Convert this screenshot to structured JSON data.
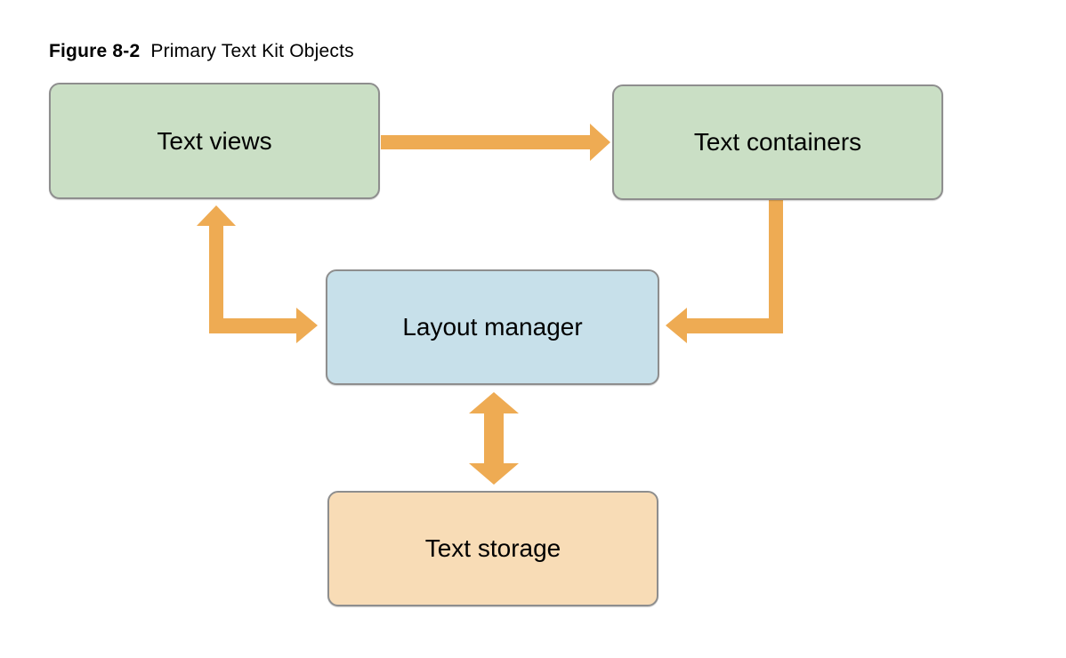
{
  "figure": {
    "label": "Figure 8-2",
    "title": "Primary Text Kit Objects"
  },
  "diagram": {
    "nodes": [
      {
        "id": "text-views",
        "label": "Text views",
        "fill": "#cadfc5"
      },
      {
        "id": "text-containers",
        "label": "Text containers",
        "fill": "#cadfc5"
      },
      {
        "id": "layout-manager",
        "label": "Layout manager",
        "fill": "#c7e0ea"
      },
      {
        "id": "text-storage",
        "label": "Text storage",
        "fill": "#f8dcb6"
      }
    ],
    "edges": [
      {
        "from": "text-views",
        "to": "text-containers",
        "shape": "straight-horizontal",
        "heads": 1
      },
      {
        "from": "text-views",
        "to": "layout-manager",
        "shape": "elbow",
        "heads": 2
      },
      {
        "from": "text-containers",
        "to": "layout-manager",
        "shape": "elbow",
        "heads": 1
      },
      {
        "from": "layout-manager",
        "to": "text-storage",
        "shape": "straight-vertical",
        "heads": 2
      }
    ],
    "colors": {
      "arrow": "#eeab53",
      "node_border": "#8e8e8e",
      "text": "#000000",
      "background": "#ffffff"
    }
  }
}
